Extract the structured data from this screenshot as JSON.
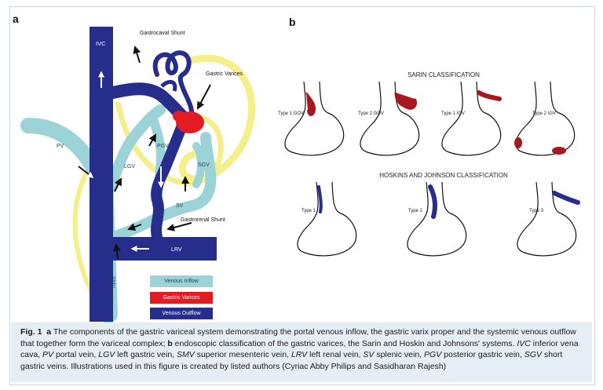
{
  "panel_a_label": "a",
  "panel_b_label": "b",
  "panel_a": {
    "labels": {
      "ivc": "IVC",
      "gastrocaval": "Gastrocaval Shunt",
      "gastric_varices": "Gastric Varices",
      "pv": "PV",
      "lgv": "LGV",
      "pgv": "PGV",
      "sgv": "SGV",
      "sv": "SV",
      "gastrorenal": "Gastrorenal Shunt",
      "lrv": "LRV",
      "smv": "SMV"
    },
    "legend": {
      "venous_inflow": "Venous Inflow",
      "gastric_varices": "Gastric Varices",
      "venous_outflow": "Venous Outflow"
    },
    "colors": {
      "inflow": "#9cd3d6",
      "varices": "#e31b23",
      "outflow": "#262d8a",
      "yellow": "#f5ef8a"
    }
  },
  "panel_b": {
    "sarin_title": "SARIN CLASSIFICATION",
    "hoskins_title": "HOSKINS AND JOHNSON CLASSIFICATION",
    "sarin_types": [
      "Type 1 GOV",
      "Type 2 GOV",
      "Type 1 IGV",
      "Type 2 IGV"
    ],
    "hoskins_types": [
      "Type 1",
      "Type 2",
      "Type 3"
    ]
  },
  "caption": {
    "fig_label": "Fig. 1",
    "a_bold": "a",
    "a_text": " The components of the gastric variceal system demonstrating the portal venous inflow, the gastric varix proper and the systemic venous outflow that together form the variceal complex; ",
    "b_bold": "b",
    "b_text": " endoscopic classification of the gastric varices, the Sarin and Hoskin and Johnsons' systems. ",
    "abbr": [
      {
        "term": "IVC",
        "def": " inferior vena cava, "
      },
      {
        "term": "PV",
        "def": " portal vein, "
      },
      {
        "term": "LGV",
        "def": " left gastric vein, "
      },
      {
        "term": "SMV",
        "def": " superior mesenteric vein, "
      },
      {
        "term": "LRV",
        "def": " left renal vein, "
      },
      {
        "term": "SV",
        "def": " splenic vein, "
      },
      {
        "term": "PGV",
        "def": " posterior gastric vein, "
      },
      {
        "term": "SGV",
        "def": " short gastric veins. Illustrations used in this figure is created by listed authors (Cyriac Abby Philips and Sasidharan Rajesh)"
      }
    ]
  }
}
